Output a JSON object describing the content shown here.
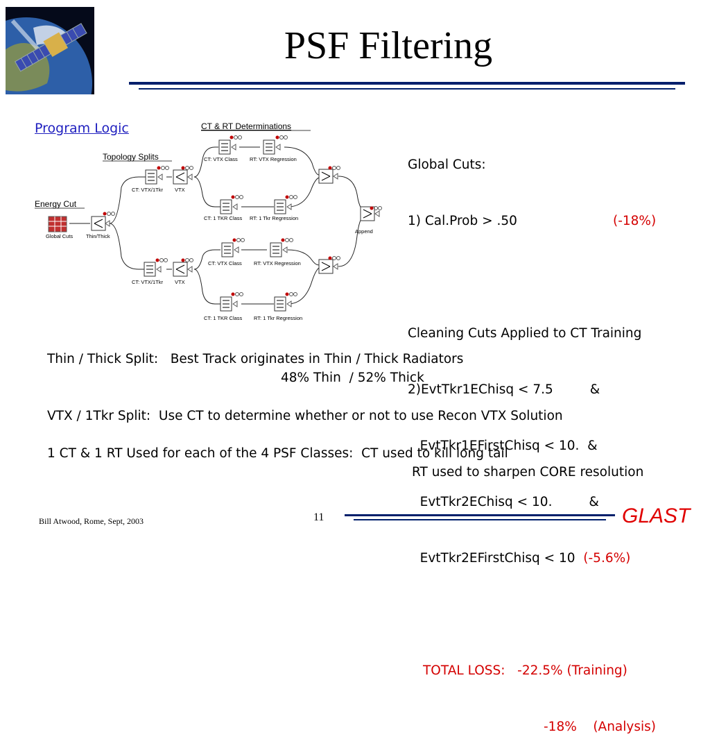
{
  "title": "PSF Filtering",
  "program_logic": "Program Logic",
  "diagram": {
    "ct_rt_label": "CT & RT Determinations",
    "topology_label": "Topology Splits",
    "energy_label": "Energy Cut",
    "nodes": {
      "global_cuts": "Global Cuts",
      "thin_thick": "Thin/Thick",
      "ct_vtx1tkr_top": "CT: VTX/1Tkr",
      "vtx_top": "VTX",
      "ct_vtx1tkr_bot": "CT: VTX/1Tkr",
      "vtx_bot": "VTX",
      "ct_vtx_class_1": "CT: VTX Class",
      "rt_vtx_reg_1": "RT: VTX Regression",
      "ct_1tkr_class_1": "CT: 1 TKR Class",
      "rt_1tkr_reg_1": "RT: 1 Tkr Regression",
      "ct_vtx_class_2": "CT: VTX Class",
      "rt_vtx_reg_2": "RT: VTX Regression",
      "ct_1tkr_class_2": "CT: 1 TKR Class",
      "rt_1tkr_reg_2": "RT: 1 Tkr Regression",
      "append": "Append"
    }
  },
  "cuts": {
    "l1": "Global Cuts:",
    "l2": "1) Cal.Prob > .50",
    "l2_pct": "(-18%)",
    "l3": "Cleaning Cuts Applied to CT Training",
    "l4": "2)EvtTkr1EChisq < 7.5         &",
    "l5": "   EvtTkr1EFirstChisq < 10.  &",
    "l6": "   EvtTkr2EChisq < 10.         &",
    "l7": "   EvtTkr2EFirstChisq < 10",
    "l7_pct": "(-5.6%)",
    "total1": "TOTAL LOSS:   -22.5% (Training)",
    "total2": "-18%    (Analysis)"
  },
  "notes": {
    "n1a": "Thin / Thick Split:   Best Track originates in Thin / Thick Radiators",
    "n1b": "48% Thin  / 52% Thick",
    "n2": "VTX / 1Tkr Split:  Use CT to determine whether or not to use Recon VTX Solution",
    "n3a": "1 CT & 1 RT Used for each of the 4 PSF Classes:  CT used to kill long tail",
    "n3b": "RT used to sharpen CORE resolution"
  },
  "footer": {
    "author": "Bill Atwood,  Rome, Sept, 2003",
    "page": "11",
    "brand": "GLAST"
  },
  "colors": {
    "rule": "#001f6b",
    "accent_red": "#d40000",
    "link_blue": "#1f1fbf",
    "brand_red": "#e00000"
  }
}
